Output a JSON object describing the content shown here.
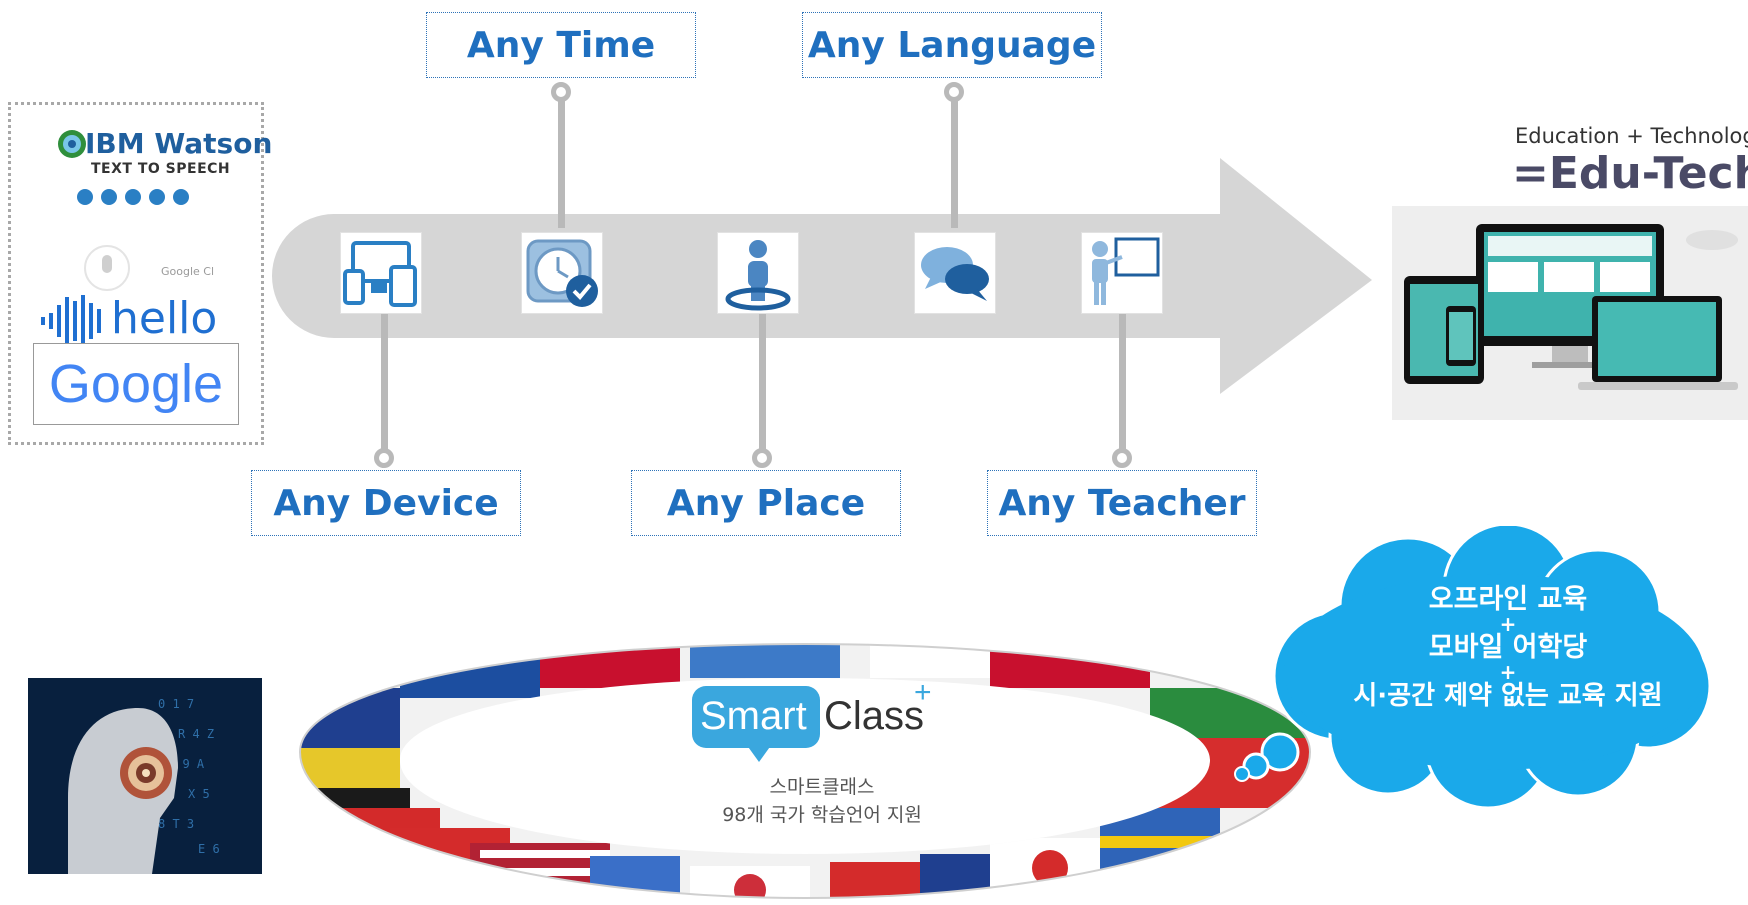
{
  "features": {
    "any_time": "Any Time",
    "any_language": "Any Language",
    "any_device": "Any Device",
    "any_place": "Any Place",
    "any_teacher": "Any Teacher"
  },
  "providers": {
    "ibm_brand": "IBM Watson",
    "ibm_sub": "TEXT TO SPEECH",
    "hello_text": "hello",
    "google_cloud": "Google Cl",
    "google": "Google"
  },
  "edutech": {
    "line1": "Education + Technology",
    "line2": "=Edu-Tech"
  },
  "cloud": {
    "line1": "오프라인 교육",
    "plus1": "+",
    "line2": "모바일 어학당",
    "plus2": "+",
    "line3": "시·공간 제약 없는 교육 지원"
  },
  "smartclass": {
    "logo_smart": "Smart",
    "logo_class": "Class",
    "logo_plus": "+",
    "subtitle1": "스마트클래스",
    "subtitle2": "98개 국가 학습언어 지원"
  },
  "colors": {
    "label_blue": "#1f6fbf",
    "arrow_grey": "#d6d6d6",
    "stem_grey": "#b9b9b9",
    "cloud_blue": "#1aa9ea",
    "smart_blue": "#3aa7de"
  },
  "icons": [
    "devices-icon",
    "clock-check-icon",
    "person-place-icon",
    "chat-bubbles-icon",
    "teacher-board-icon"
  ]
}
